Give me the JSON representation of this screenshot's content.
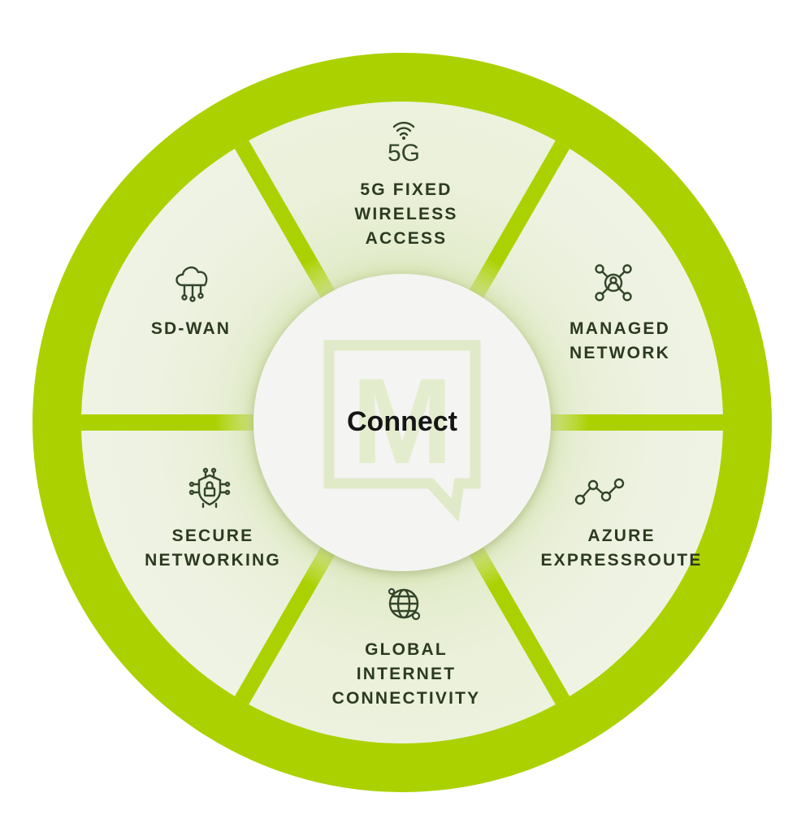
{
  "diagram": {
    "center_label": "Connect",
    "logo_letter": "M",
    "colors": {
      "ring": "#acd100",
      "segment": "#eef2e1",
      "segment_highlight": "#e6efcf",
      "center": "#f4f4f2",
      "text": "#2b3a20",
      "logo": "#dfe9c2"
    },
    "segments": [
      {
        "id": "5g",
        "icon": "5g-wifi-icon",
        "icon_text": "5G",
        "lines": [
          "5G FIXED",
          "WIRELESS",
          "ACCESS"
        ]
      },
      {
        "id": "managed",
        "icon": "network-user-icon",
        "lines": [
          "MANAGED",
          "NETWORK"
        ]
      },
      {
        "id": "azure",
        "icon": "route-line-icon",
        "lines": [
          "AZURE",
          "EXPRESSROUTE"
        ]
      },
      {
        "id": "global",
        "icon": "globe-icon",
        "lines": [
          "GLOBAL",
          "INTERNET",
          "CONNECTIVITY"
        ]
      },
      {
        "id": "secure",
        "icon": "shield-lock-icon",
        "lines": [
          "SECURE",
          "NETWORKING"
        ]
      },
      {
        "id": "sdwan",
        "icon": "cloud-network-icon",
        "lines": [
          "SD-WAN"
        ]
      }
    ]
  }
}
